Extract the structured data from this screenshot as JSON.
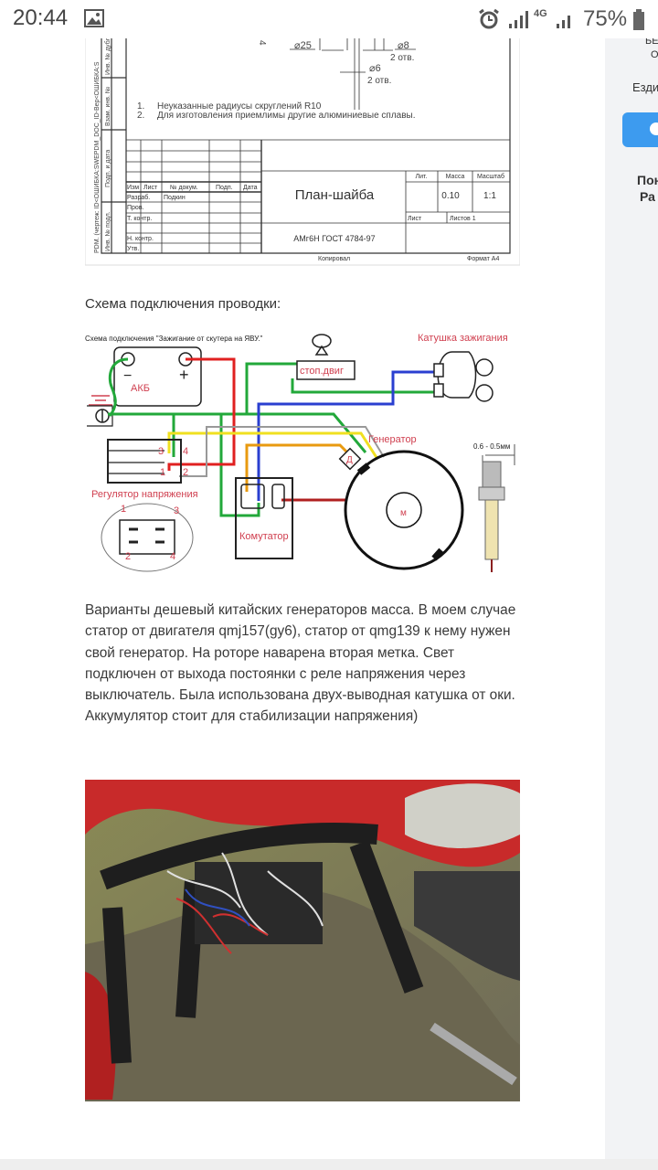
{
  "status_bar": {
    "time": "20:44",
    "network": "4G",
    "battery": "75%"
  },
  "sidebar": {
    "line1": "БЕ",
    "line2": "О",
    "line3": "Езди",
    "line4": "Пон",
    "line5": "Ра"
  },
  "drawing": {
    "side_strip": "PDM. (чертеж: ID<ОШИБКА:SWEPDM_DOC_ID-Вер<ОШИБКА:S",
    "stamp_cols": [
      "Инв. № дубл.",
      "Взам. инв. №",
      "Подп. и дата",
      "Инв. № подл."
    ],
    "dims": {
      "d25": "⌀25",
      "d8": "⌀8",
      "holes1": "2 отв.",
      "d6": "⌀6",
      "holes2": "2 отв.",
      "four": "4"
    },
    "notes": [
      {
        "n": "1.",
        "text": "Неуказанные радиусы скруглений R10"
      },
      {
        "n": "2.",
        "text": "Для изготовления приемлимы другие алюминиевые сплавы."
      }
    ],
    "cols": [
      "Изм",
      "Лист",
      "№ докум.",
      "Подп.",
      "Дата"
    ],
    "rows": {
      "razrab": "Разраб.",
      "author": "Подкин",
      "prov": "Пров.",
      "tkontr": "Т. контр.",
      "nkontr": "Н. контр.",
      "utv": "Утв."
    },
    "title": "План-шайба",
    "material": "АМг6Н ГОСТ 4784-97",
    "lit": "Лит.",
    "mass_label": "Масса",
    "scale_label": "Масштаб",
    "mass": "0.10",
    "scale": "1:1",
    "sheet": "Лист",
    "sheets": "Листов 1",
    "copied": "Копировал",
    "format": "Формат A4"
  },
  "caption": "Схема подключения проводки:",
  "diagram": {
    "title": "Схема подключения \"Зажигание от скутера на ЯВУ.\"",
    "minus": "−",
    "plus": "+",
    "battery": "АКБ",
    "stop": "стоп.двиг",
    "coil": "Катушка зажигания",
    "generator": "Генератор",
    "gap": "0.6 - 0.5мм",
    "regulator": "Регулятор напряжения",
    "pins": [
      "1",
      "2",
      "3",
      "4"
    ],
    "sensor": "Д",
    "commutator": "Комутатор",
    "magnet": "м"
  },
  "paragraph": "Варианты дешевый китайских генераторов масса. В моем случае статор от двигателя qmj157(gy6), статор от qmg139 к нему нужен свой генератор. На роторе наварена вторая метка. Свет подключен от выхода постоянки с реле напряжения через выключатель. Была использована двух-выводная катушка от оки. Аккумулятор стоит для стабилизации напряжения)",
  "colors": {
    "red": "#e02020",
    "green": "#22a83a",
    "blue": "#2a3fd0",
    "yellow": "#f0e020",
    "orange": "#e89a10",
    "label": "#d04050",
    "button": "#3d9bef"
  }
}
